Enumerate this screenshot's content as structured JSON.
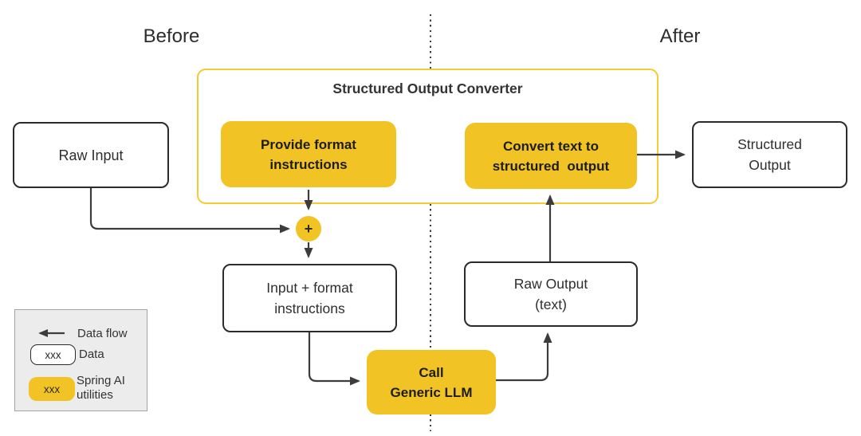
{
  "section_labels": {
    "before": "Before",
    "after": "After"
  },
  "converter": {
    "title": "Structured Output Converter",
    "provide_step": {
      "line1": "Provide format",
      "line2": "instructions"
    },
    "convert_step": {
      "line1": "Convert text to",
      "line2": "structured  output"
    }
  },
  "nodes": {
    "raw_input": {
      "line1": "Raw Input"
    },
    "structured_output": {
      "line1": "Structured",
      "line2": "Output"
    },
    "input_format": {
      "line1": "Input + format",
      "line2": "instructions"
    },
    "raw_output": {
      "line1": "Raw Output",
      "line2": "(text)"
    },
    "call_llm": {
      "line1": "Call",
      "line2": "Generic LLM"
    },
    "merge_plus": "+"
  },
  "legend": {
    "data_flow_label": "Data flow",
    "data_label": "Data",
    "spring_ai_label_line1": "Spring AI",
    "spring_ai_label_line2": "utilities",
    "chip_sample_text": "xxx"
  },
  "colors": {
    "utility_yellow": "#F2C324",
    "container_border_yellow": "#F5CA35",
    "arrow_dark": "#3C3C3C",
    "box_border_dark": "#2B2B2B",
    "legend_background": "#ECECEC"
  }
}
